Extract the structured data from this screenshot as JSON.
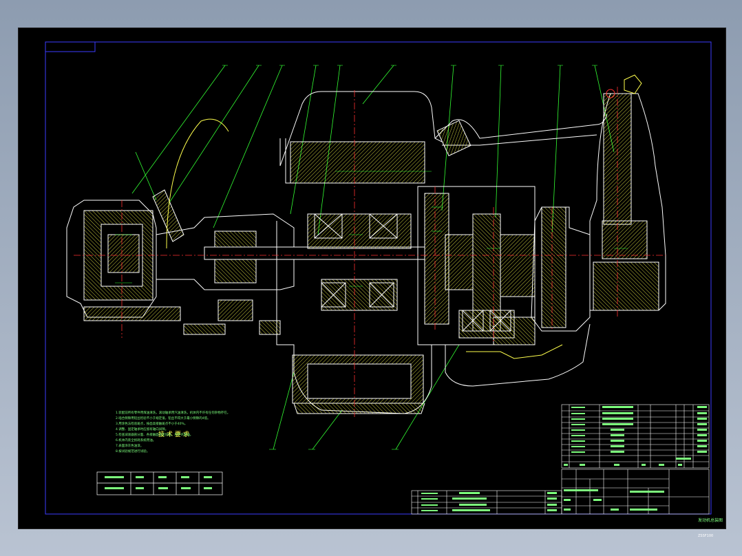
{
  "drawing": {
    "notes_title": "技术要求",
    "notes": [
      "1.装配前所有零件用煤油清洗，滚动轴承用汽油清洗，机体内不许有任何杂物存在。",
      "2.啮合侧隙用铅丝检验不小于规定值，铅丝不得大于最小侧隙的4倍。",
      "3.用涂色法检验斑点，按齿高接触斑点不小于40%。",
      "4.调整、固定轴承时应留有轴向间隙。",
      "5.检查减速器剖分面、各接触面及密封处，均不许漏油。",
      "6.机体内装全损耗系统用油。",
      "7.表面涂灰色油漆。",
      "8.按试验规范进行试验。"
    ],
    "title_block": {
      "drawing_title": "发动机总装图",
      "drawing_number": "ZSSF100"
    }
  },
  "colors": {
    "background_outer": "#8d9cb0",
    "sheet": "#000000",
    "frame": "#3b3bff",
    "outline": "#ffffff",
    "hatch": "#ffff4d",
    "leader": "#33ff33",
    "center_line": "#ff3030",
    "text": "#7dff7d"
  }
}
